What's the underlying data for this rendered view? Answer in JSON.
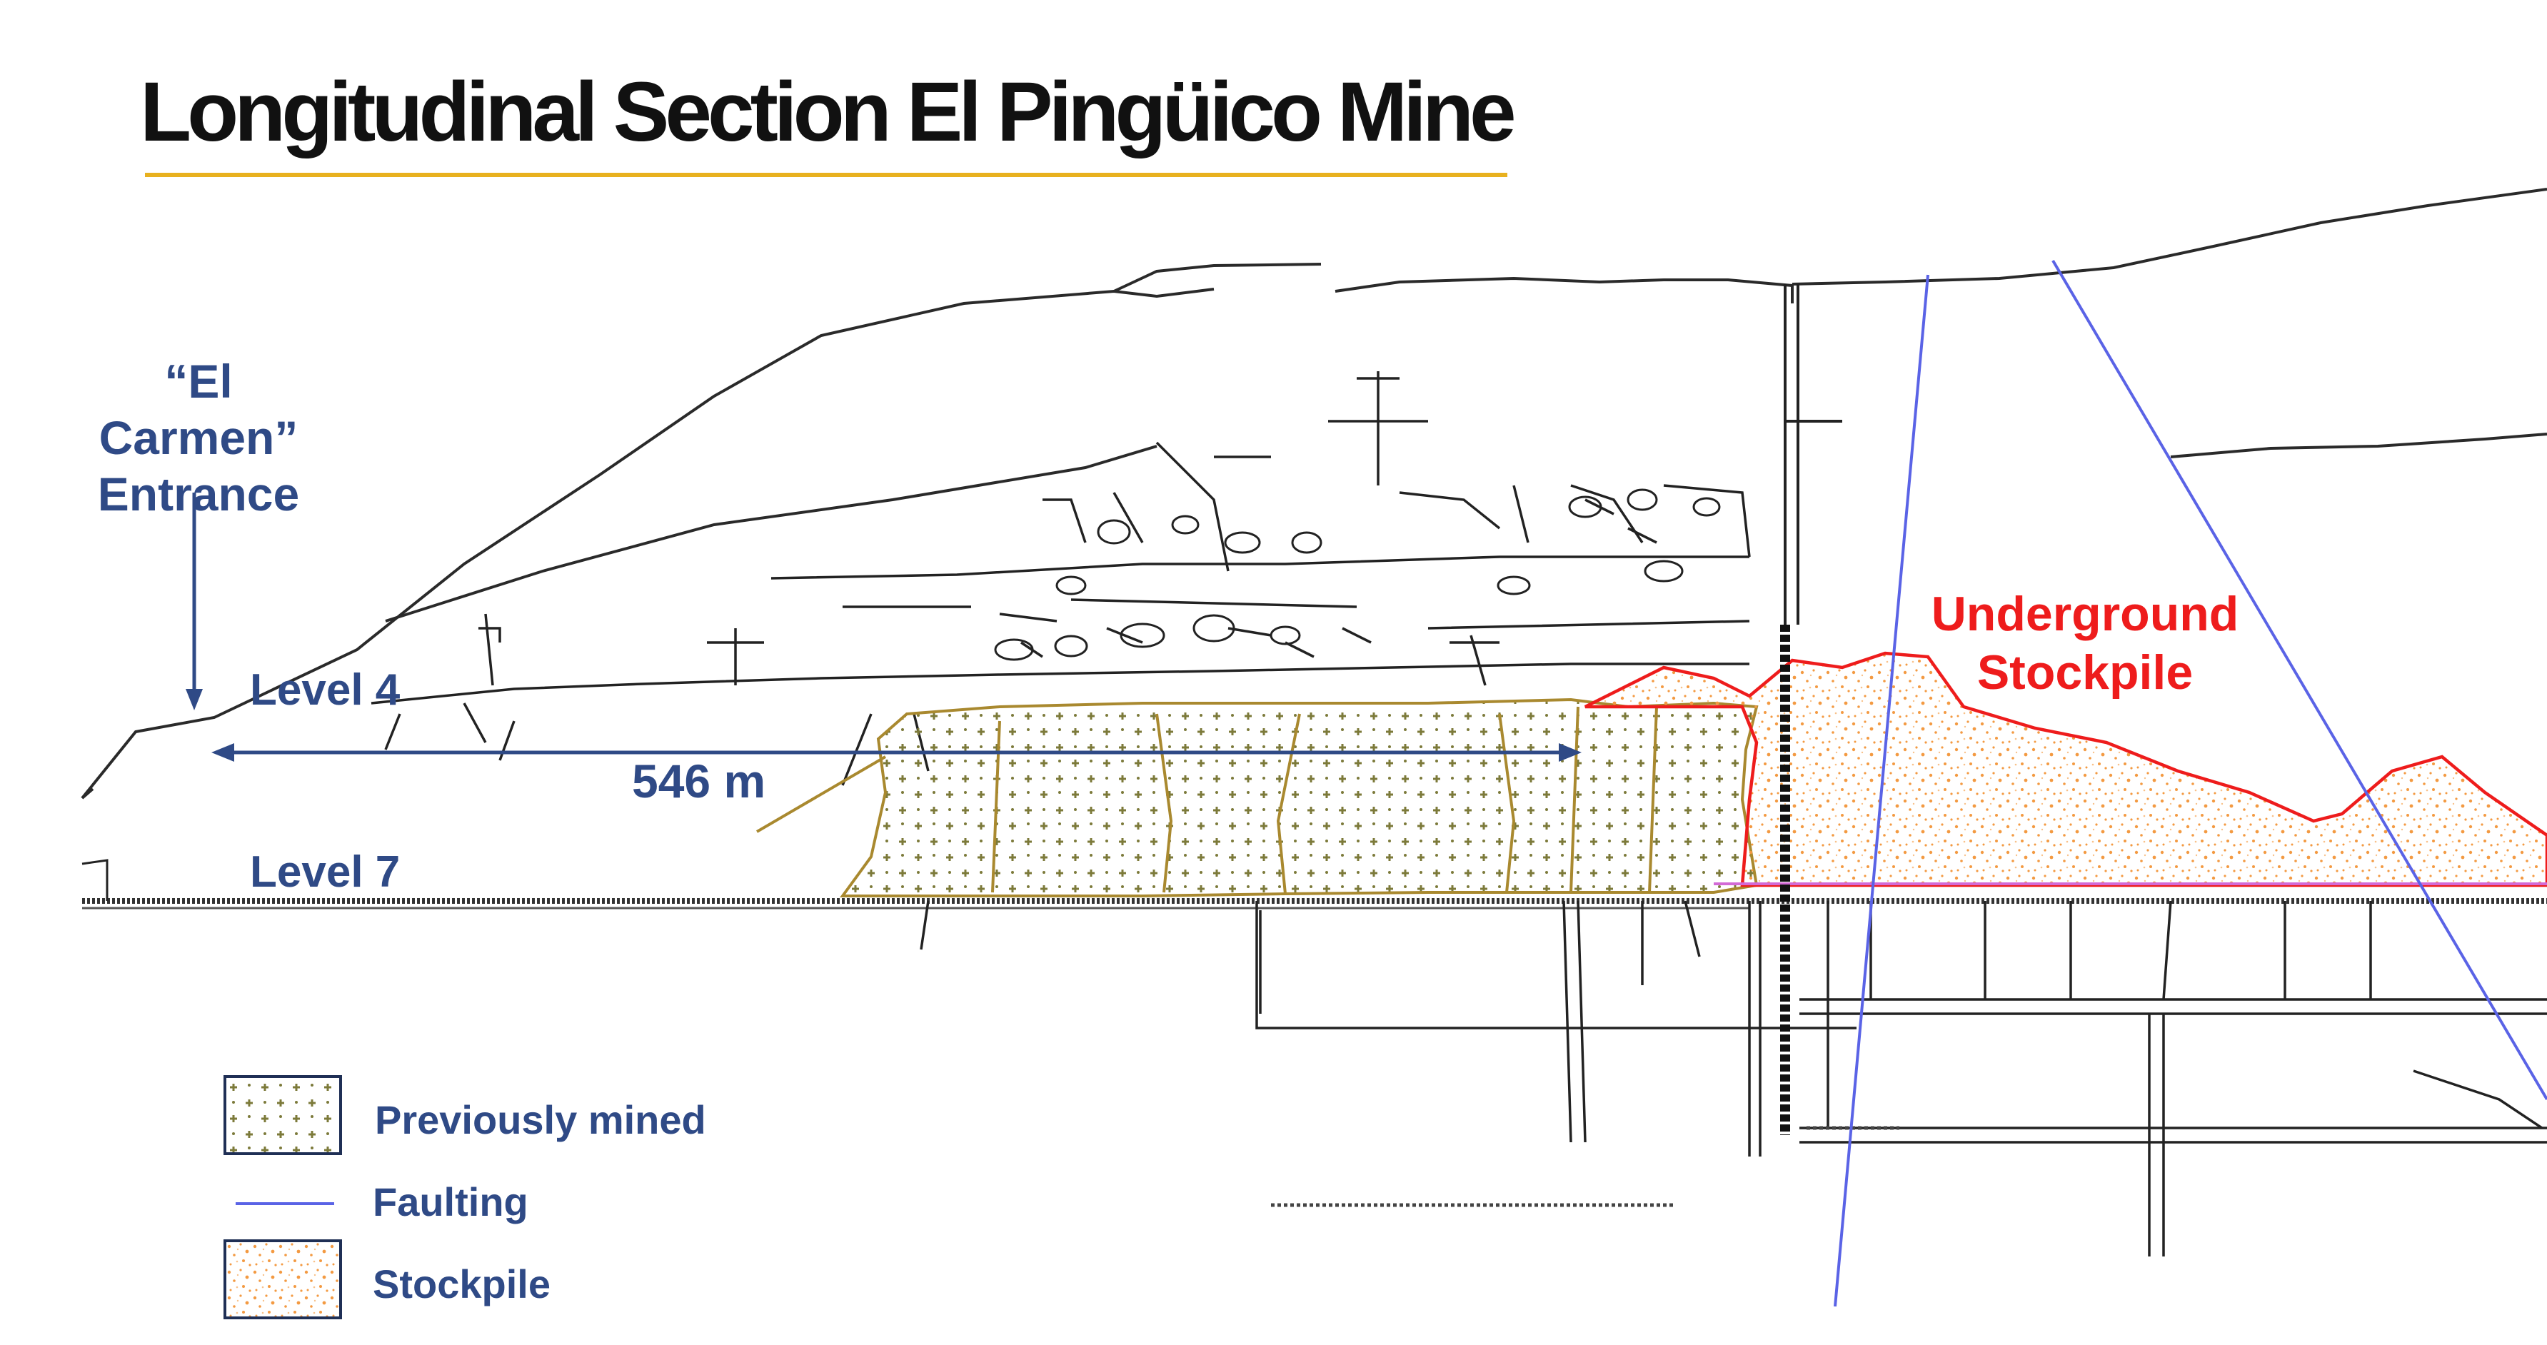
{
  "title": "Longitudinal Section El Pingüico Mine",
  "labels": {
    "entrance_line1": "“El Carmen”",
    "entrance_line2": "Entrance",
    "level4": "Level 4",
    "level7": "Level 7",
    "distance": "546 m",
    "stockpile_line1": "Underground",
    "stockpile_line2": "Stockpile"
  },
  "legend": [
    {
      "key": "previously_mined",
      "label": "Previously mined"
    },
    {
      "key": "faulting",
      "label": "Faulting"
    },
    {
      "key": "stockpile",
      "label": "Stockpile"
    }
  ],
  "colors": {
    "title_underline": "#e8b11f",
    "label_blue": "#2f4a86",
    "stockpile_red": "#ee1c1c",
    "mined_outline": "#a9892f",
    "mined_dot": "#7c7a3a",
    "fault_blue": "#5a63e6",
    "stockpile_dot": "#f39a42",
    "workings": "#222222"
  }
}
